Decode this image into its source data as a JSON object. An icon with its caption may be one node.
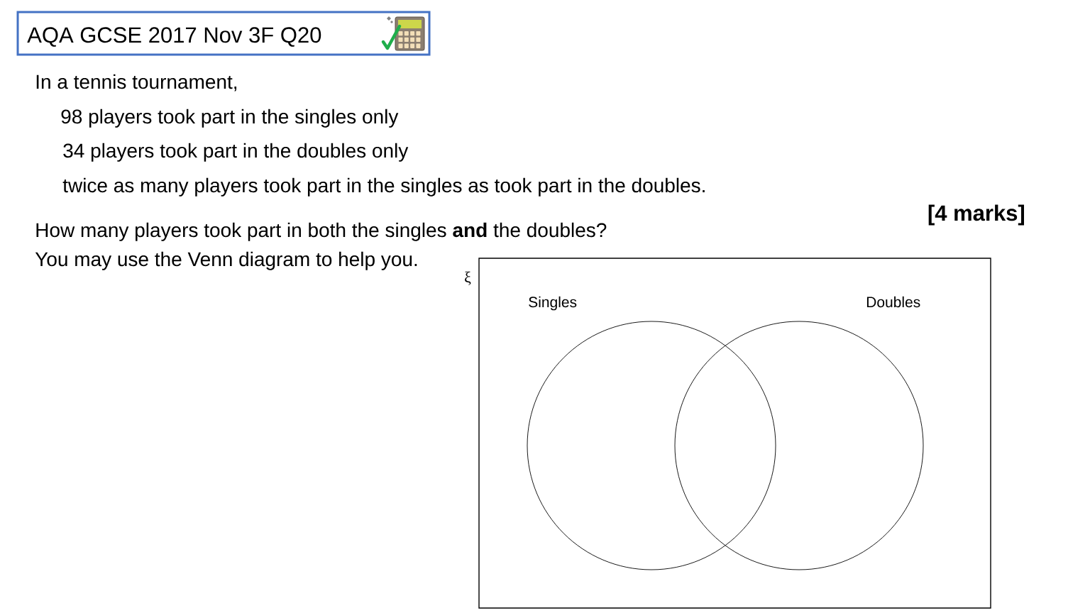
{
  "diagram": {
    "title": "AQA GCSE 2017 Nov 3F Q20",
    "nodes": [
      {
        "text": [
          "ξ"
        ]
      },
      {
        "text": [
          "Singles"
        ],
        "in": 0
      },
      {
        "text": [
          "Doubles"
        ],
        "in": 0
      }
    ],
    "labels": [
      "In a tennis tournament,",
      "98 players took part in the singles only",
      "34 players took part in the doubles only",
      "twice as many players took part in the singles as took part in the doubles.",
      "[4 marks]",
      "How many players took part in both the singles **and** the doubles?",
      "You may use the Venn diagram to help you."
    ]
  }
}
